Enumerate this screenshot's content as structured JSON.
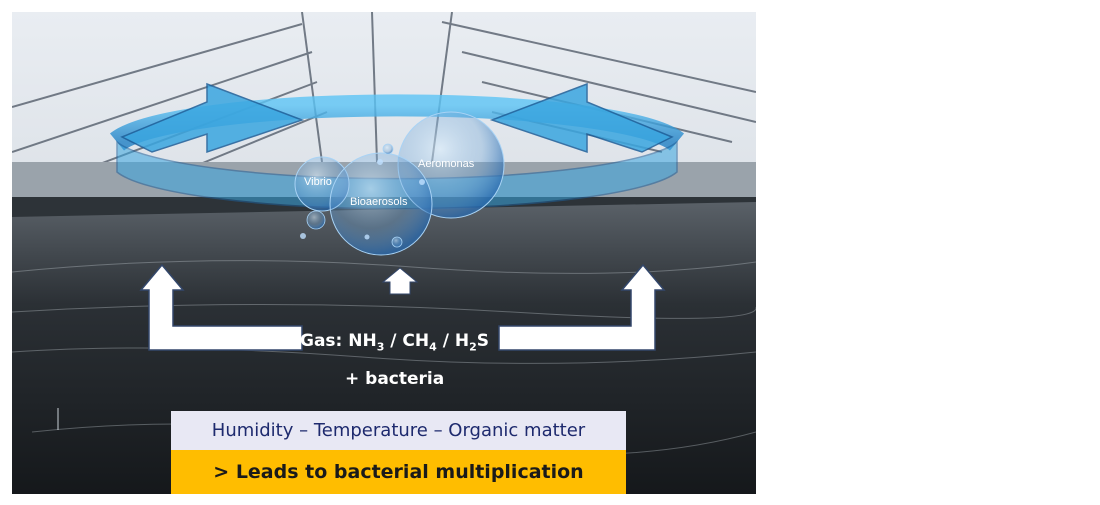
{
  "bubbles": {
    "vibrio": "Vibrio",
    "aeromonas": "Aeromonas",
    "bioaerosols": "Bioaerosols"
  },
  "gas": {
    "prefix": "Gas: NH",
    "nh_sub": "3",
    "sep1": " / CH",
    "ch_sub": "4",
    "sep2": " / H",
    "h_sub": "2",
    "suffix": "S"
  },
  "bacteria": "+ bacteria",
  "factors": "Humidity – Temperature  – Organic matter",
  "consequence": "> Leads to bacterial multiplication",
  "colors": {
    "factors_bg": "#e8e8f4",
    "factors_text": "#1e2a6e",
    "consequence_bg": "#ffbd00",
    "arrow_blue": "#3aa6e0"
  }
}
